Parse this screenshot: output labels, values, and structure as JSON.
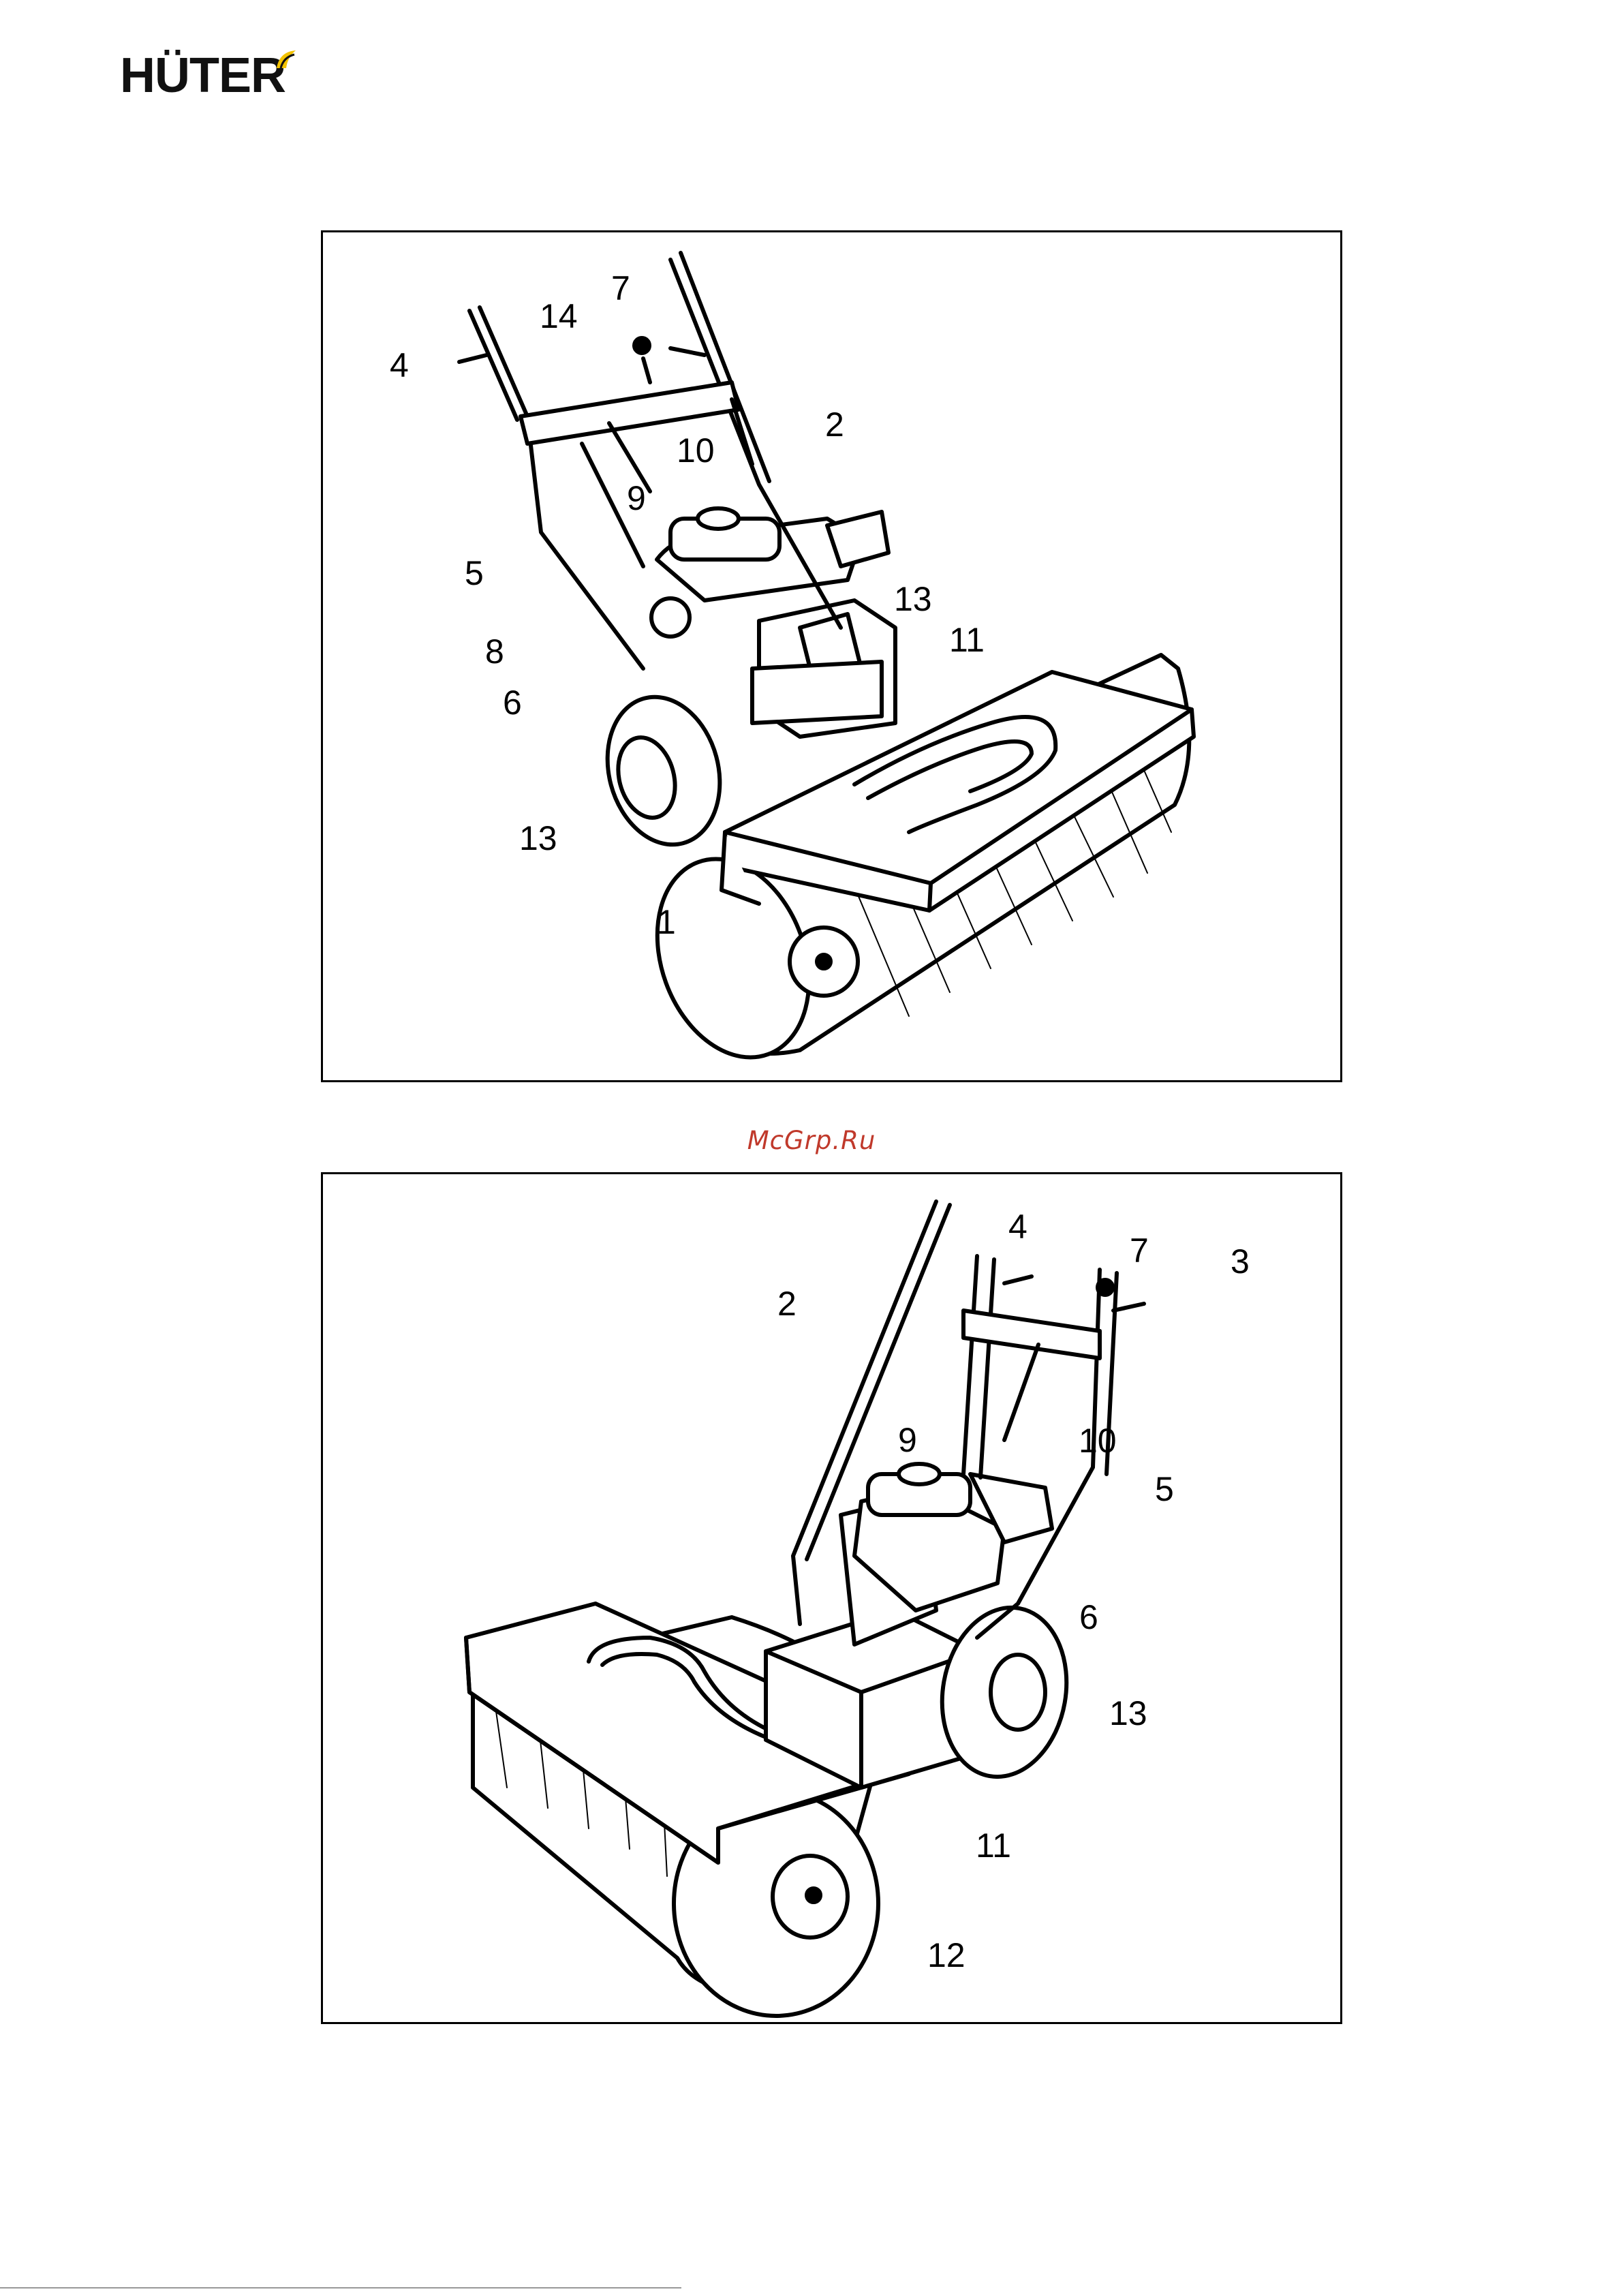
{
  "header": {
    "brand": "HÜTER",
    "brand_accent_color": "#f2c200"
  },
  "watermark": {
    "text": "McGrp.Ru",
    "color": "#c0392b"
  },
  "figures": [
    {
      "id": "fig1",
      "view": "rear-left",
      "callouts": [
        "7",
        "14",
        "4",
        "2",
        "10",
        "9",
        "5",
        "13",
        "11",
        "8",
        "6",
        "13",
        "1"
      ]
    },
    {
      "id": "fig2",
      "view": "front-left",
      "callouts": [
        "4",
        "7",
        "3",
        "2",
        "9",
        "10",
        "5",
        "6",
        "13",
        "11",
        "12"
      ]
    }
  ]
}
